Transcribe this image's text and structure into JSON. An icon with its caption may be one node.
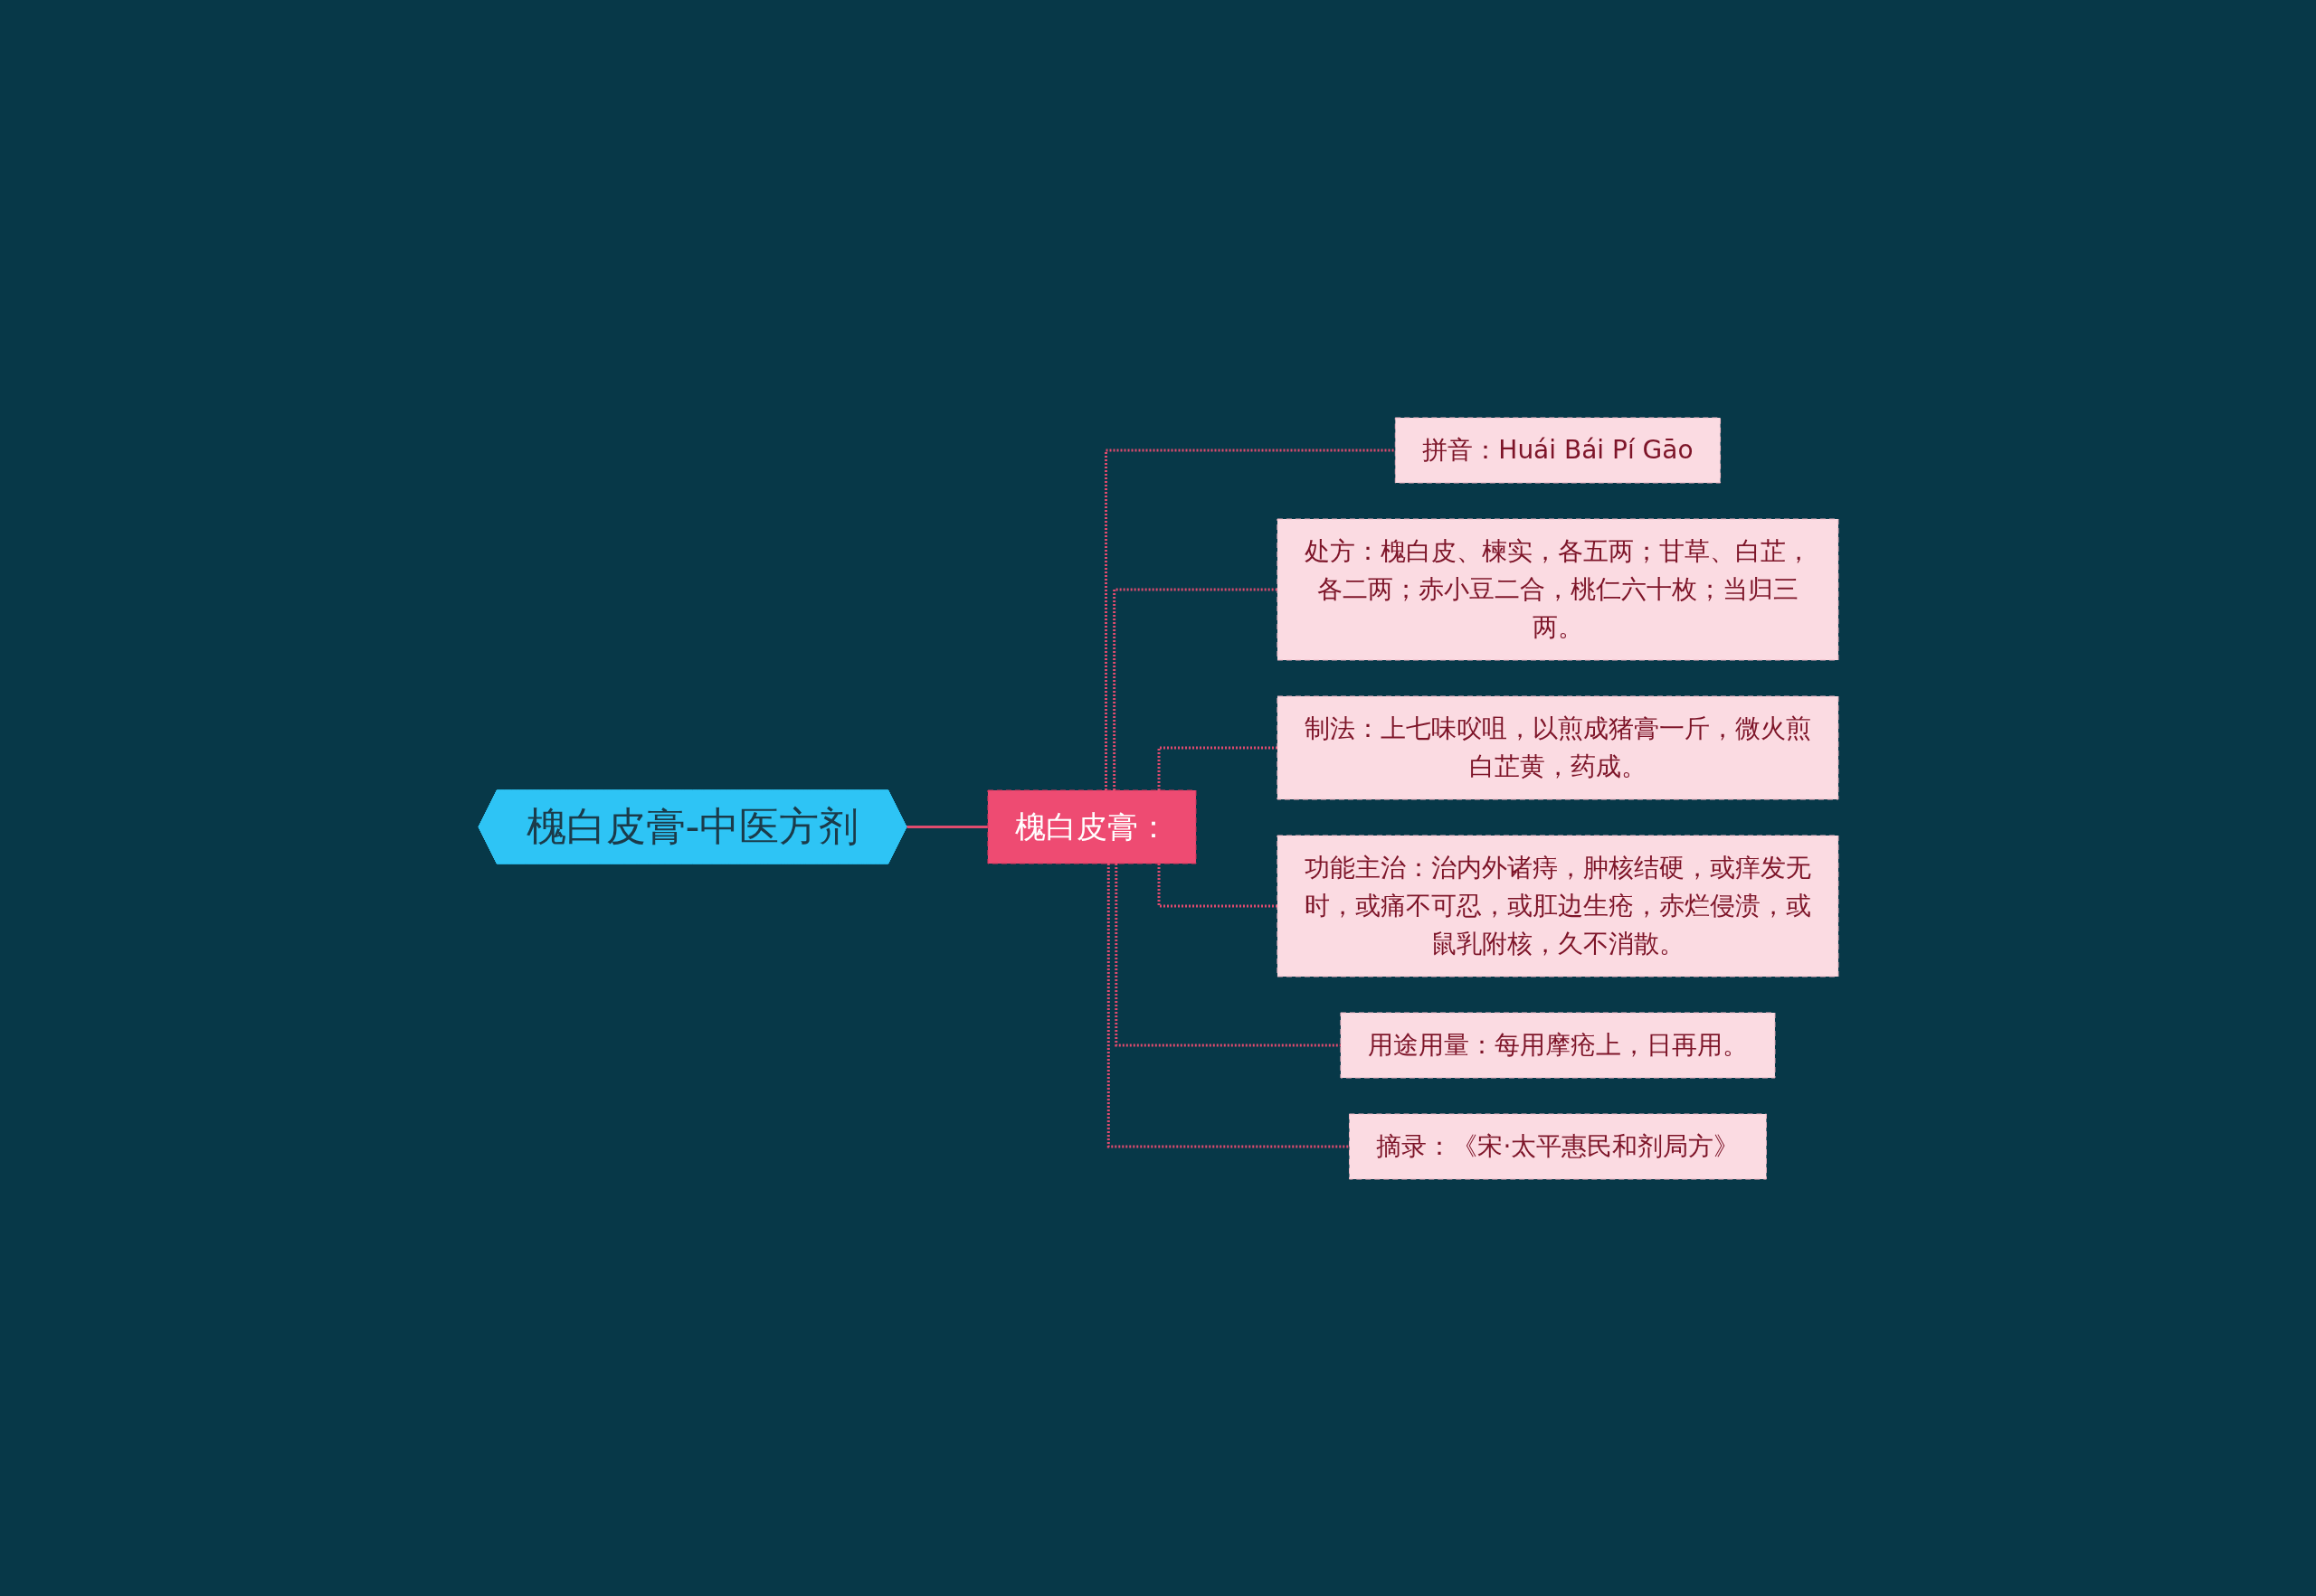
{
  "diagram": {
    "nodes": [
      {
        "text": [
          "槐白皮膏-中医方剂"
        ]
      },
      {
        "text": [
          "槐白皮膏："
        ]
      },
      {
        "text": [
          "拼音：Huái Bái Pí Gāo"
        ]
      },
      {
        "text": [
          "处方：槐白皮、楝实，各五两；甘草、白芷，各二两；赤小豆二合，桃仁六十枚；当归三两。"
        ]
      },
      {
        "text": [
          "制法：上七味㕮咀，以煎成猪膏一斤，微火煎白芷黄，药成。"
        ]
      },
      {
        "text": [
          "功能主治：治内外诸痔，肿核结硬，或痒发无时，或痛不可忍，或肛边生疮，赤烂侵溃，或鼠乳附核，久不消散。"
        ]
      },
      {
        "text": [
          "用途用量：每用摩疮上，日再用。"
        ]
      },
      {
        "text": [
          "摘录：《宋·太平惠民和剂局方》"
        ]
      }
    ],
    "edges": [
      {
        "from": 0,
        "to": 1,
        "arrow": "none"
      },
      {
        "from": 1,
        "to": 2,
        "arrow": "none",
        "style": "dashed"
      },
      {
        "from": 1,
        "to": 3,
        "arrow": "none",
        "style": "dashed"
      },
      {
        "from": 1,
        "to": 4,
        "arrow": "none",
        "style": "dashed"
      },
      {
        "from": 1,
        "to": 5,
        "arrow": "none",
        "style": "dashed"
      },
      {
        "from": 1,
        "to": 6,
        "arrow": "none",
        "style": "dashed"
      },
      {
        "from": 1,
        "to": 7,
        "arrow": "none",
        "style": "dashed"
      }
    ]
  }
}
